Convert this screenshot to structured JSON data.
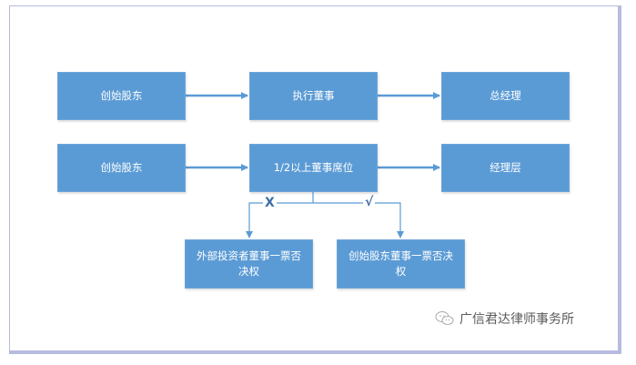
{
  "diagram": {
    "row1": {
      "nodes": [
        "创始股东",
        "执行董事",
        "总经理"
      ]
    },
    "row2": {
      "nodes": [
        "创始股东",
        "1/2以上董事席位",
        "经理层"
      ]
    },
    "branches": {
      "left": {
        "mark": "X",
        "node": "外部投资者董事一票否决权"
      },
      "right": {
        "mark": "√",
        "node": "创始股东董事一票否决权"
      }
    },
    "colors": {
      "node_fill": "#5b9bd5",
      "connector": "#5b9bd5",
      "frame": "#b8bbe0"
    }
  },
  "watermark": {
    "icon": "wechat-icon",
    "text": "广信君达律师事务所"
  }
}
